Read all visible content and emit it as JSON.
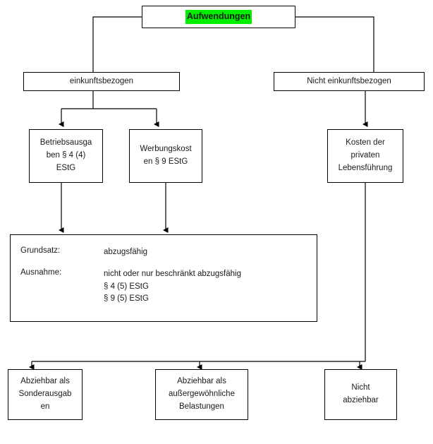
{
  "diagram": {
    "title_node": {
      "label": "Aufwendungen",
      "highlight_color": "#00ee00"
    },
    "level2": [
      {
        "id": "einkunftsbezogen",
        "label": "einkunftsbezogen"
      },
      {
        "id": "nicht-einkunftsbezogen",
        "label": "Nicht einkunftsbezogen"
      }
    ],
    "level3": [
      {
        "id": "betriebsausgaben",
        "line1": "Betriebsausga",
        "line2": "ben § 4 (4)",
        "line3": "EStG"
      },
      {
        "id": "werbungskosten",
        "line1": "Werbungskost",
        "line2": "en § 9 EStG",
        "line3": ""
      },
      {
        "id": "kosten-private-lebensfuehrung",
        "line1": "Kosten der",
        "line2": "privaten",
        "line3": "Lebensführung"
      }
    ],
    "detail_box": {
      "rows": [
        {
          "label": "Grundsatz:",
          "values": [
            "abzugsfähig"
          ]
        },
        {
          "label": "Ausnahme:",
          "values": [
            "nicht oder nur beschränkt abzugsfähig",
            "§ 4 (5) EStG",
            "§ 9 (5) EStG"
          ]
        }
      ]
    },
    "level5": [
      {
        "id": "sonderausgaben",
        "line1": "Abziehbar als",
        "line2": "Sonderausgab",
        "line3": "en"
      },
      {
        "id": "aussergewoehnliche-belastungen",
        "line1": "Abziehbar als",
        "line2": "außergewöhnliche",
        "line3": "Belastungen"
      },
      {
        "id": "nicht-abziehbar",
        "line1": "Nicht",
        "line2": "abziehbar",
        "line3": ""
      }
    ],
    "style": {
      "line_color": "#000000",
      "box_fill": "#ffffff",
      "text_color": "#1a1a1a"
    }
  }
}
